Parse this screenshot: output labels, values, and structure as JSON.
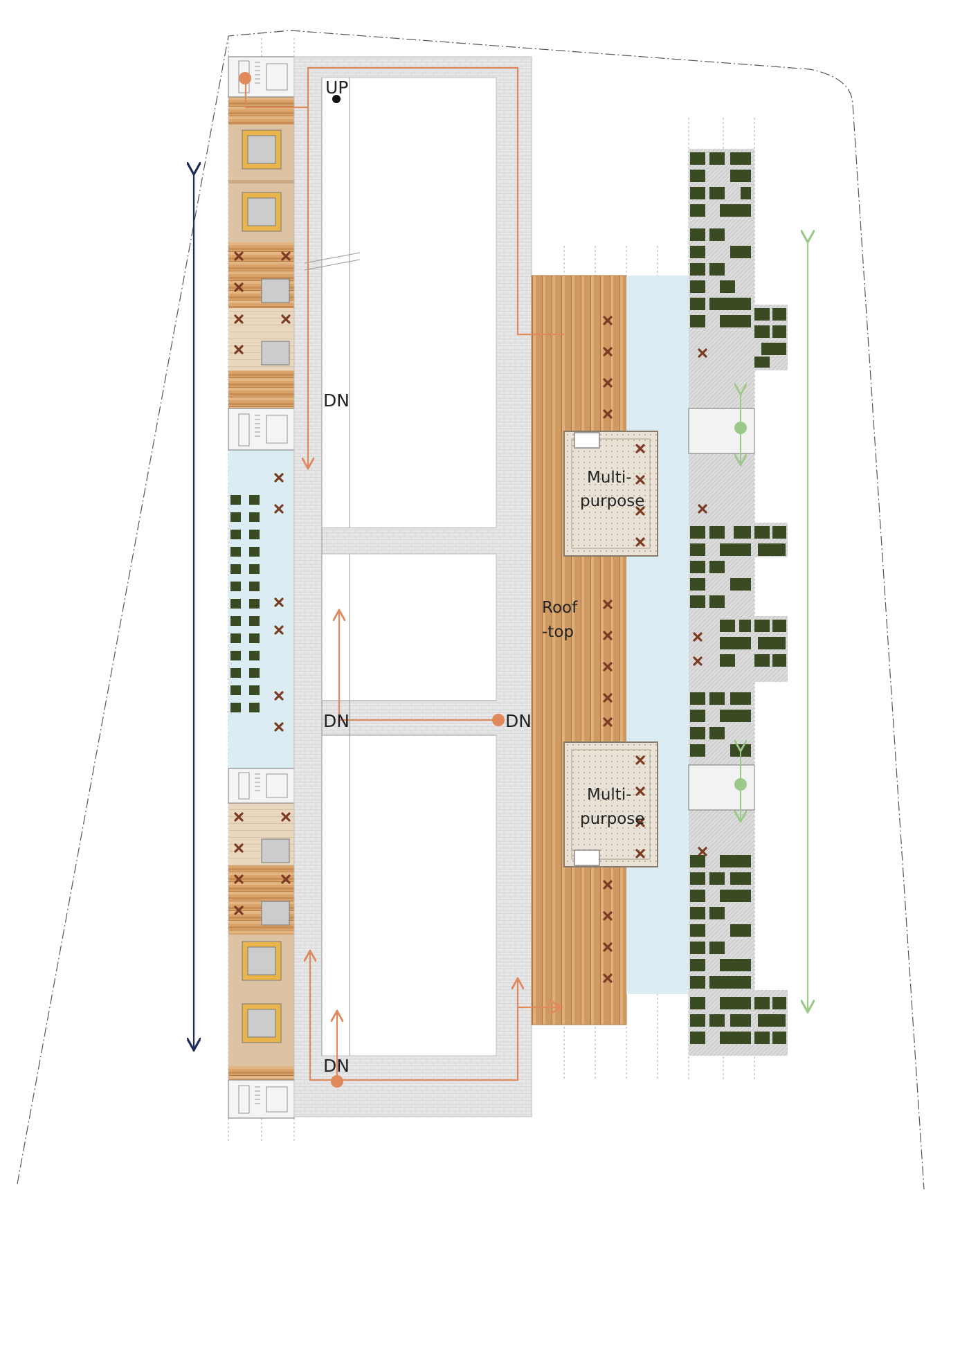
{
  "labels": {
    "up": "UP",
    "dn_top": "DN",
    "dn_mid_left": "DN",
    "dn_mid_right": "DN",
    "dn_bottom": "DN",
    "roof_line1": "Roof",
    "roof_line2": "-top",
    "mp1_line1": "Multi-",
    "mp1_line2": "purpose",
    "mp2_line1": "Multi-",
    "mp2_line2": "purpose"
  },
  "colors": {
    "circulation": "#e0895a",
    "corridor": "#e4e4e4",
    "timber_deck": "#d9a56f",
    "glass_zone": "#dcecf3",
    "planting": "#3a4a22",
    "multipurpose": "#eae3d8",
    "cross_mark": "#7a3b22",
    "dimension_navy": "#1c2a5a",
    "dimension_green": "#9cc88a",
    "site_boundary": "#555555"
  }
}
